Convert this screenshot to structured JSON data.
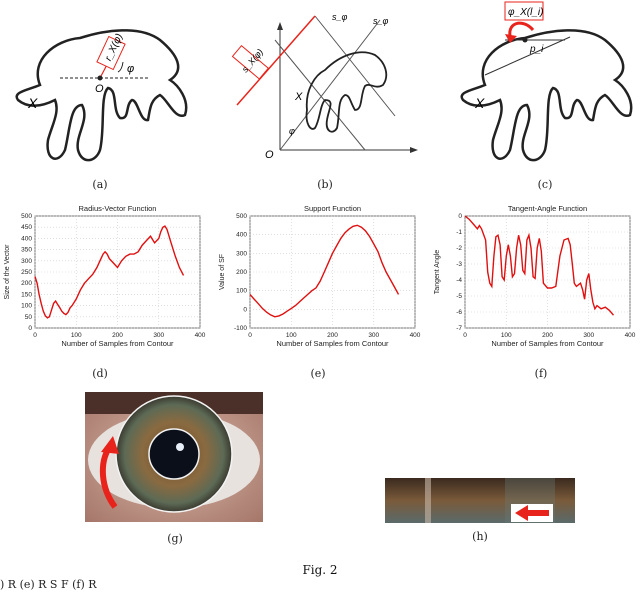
{
  "panels": {
    "a": {
      "caption": "(a)",
      "label_rx": "r_X(φ)",
      "label_phi": "φ",
      "label_O": "O",
      "label_X": "X"
    },
    "b": {
      "caption": "(b)",
      "label_sx": "s_X(φ)",
      "label_se_top": "s_φ",
      "label_se": "s_φ",
      "label_X": "X",
      "label_O": "O",
      "label_phi": "φ"
    },
    "c": {
      "caption": "(c)",
      "label_phi_box": "φ_X(l_i)",
      "label_p": "p_i",
      "label_X": "X"
    },
    "d": {
      "caption": "(d)"
    },
    "e": {
      "caption": "(e)"
    },
    "f": {
      "caption": "(f)"
    },
    "g": {
      "caption": "(g)"
    },
    "h": {
      "caption": "(h)"
    }
  },
  "figure_caption": "Fig. 2",
  "truncated_text": ") R                                                        (e) R                    S          F             (f) R",
  "colors": {
    "red": "#e8231b",
    "curve": "#e01010",
    "axis": "#333333"
  },
  "chart_data": [
    {
      "type": "line",
      "title": "Radius-Vector Function",
      "xlabel": "Number of Samples from Contour",
      "ylabel": "Size of the Vector",
      "xlim": [
        0,
        400
      ],
      "ylim": [
        0,
        500
      ],
      "xticks": [
        0,
        100,
        200,
        300,
        400
      ],
      "yticks": [
        0,
        50,
        100,
        150,
        200,
        250,
        300,
        350,
        400,
        450,
        500
      ],
      "grid": true,
      "series": [
        {
          "x": [
            0,
            5,
            10,
            15,
            20,
            25,
            30,
            35,
            40,
            45,
            50,
            55,
            60,
            65,
            70,
            75,
            80,
            85,
            90,
            95,
            100,
            110,
            120,
            130,
            140,
            150,
            160,
            165,
            170,
            175,
            180,
            190,
            200,
            210,
            220,
            230,
            240,
            250,
            260,
            270,
            280,
            290,
            300,
            305,
            310,
            315,
            320,
            330,
            340,
            350,
            360
          ],
          "y": [
            230,
            200,
            150,
            110,
            75,
            55,
            45,
            50,
            80,
            110,
            120,
            105,
            90,
            75,
            65,
            60,
            70,
            90,
            100,
            115,
            130,
            170,
            200,
            220,
            240,
            270,
            310,
            330,
            340,
            330,
            310,
            290,
            270,
            300,
            320,
            330,
            330,
            340,
            370,
            390,
            410,
            380,
            400,
            430,
            450,
            455,
            440,
            380,
            320,
            270,
            235
          ]
        }
      ]
    },
    {
      "type": "line",
      "title": "Support Function",
      "xlabel": "Number of Samples from Contour",
      "ylabel": "Value of SF",
      "xlim": [
        0,
        400
      ],
      "ylim": [
        -100,
        500
      ],
      "xticks": [
        0,
        100,
        200,
        300,
        400
      ],
      "yticks": [
        -100,
        0,
        100,
        200,
        300,
        400,
        500
      ],
      "grid": true,
      "series": [
        {
          "x": [
            0,
            10,
            20,
            30,
            40,
            50,
            60,
            70,
            80,
            90,
            100,
            110,
            120,
            130,
            140,
            150,
            160,
            170,
            180,
            190,
            200,
            210,
            220,
            230,
            240,
            250,
            260,
            270,
            280,
            290,
            300,
            310,
            320,
            330,
            340,
            350,
            360
          ],
          "y": [
            80,
            55,
            30,
            5,
            -15,
            -30,
            -40,
            -35,
            -25,
            -10,
            5,
            20,
            40,
            60,
            80,
            100,
            115,
            150,
            200,
            250,
            300,
            340,
            380,
            410,
            430,
            445,
            450,
            440,
            420,
            390,
            350,
            310,
            250,
            200,
            160,
            120,
            80
          ]
        }
      ]
    },
    {
      "type": "line",
      "title": "Tangent-Angle Function",
      "xlabel": "Number of Samples from Contour",
      "ylabel": "Tangent Angle",
      "xlim": [
        0,
        400
      ],
      "ylim": [
        -7,
        0
      ],
      "xticks": [
        0,
        100,
        200,
        300,
        400
      ],
      "yticks": [
        -7,
        -6,
        -5,
        -4,
        -3,
        -2,
        -1,
        0
      ],
      "grid": true,
      "series": [
        {
          "x": [
            0,
            10,
            20,
            30,
            35,
            40,
            50,
            55,
            60,
            65,
            70,
            75,
            80,
            85,
            90,
            95,
            100,
            105,
            110,
            115,
            120,
            125,
            130,
            135,
            140,
            145,
            150,
            155,
            160,
            165,
            170,
            175,
            180,
            185,
            190,
            200,
            210,
            220,
            230,
            240,
            250,
            255,
            260,
            265,
            270,
            275,
            280,
            285,
            290,
            295,
            300,
            305,
            310,
            315,
            320,
            330,
            340,
            350,
            360
          ],
          "y": [
            0,
            -0.2,
            -0.5,
            -0.8,
            -0.6,
            -0.8,
            -1.5,
            -3.5,
            -4.2,
            -4.4,
            -2.5,
            -1.3,
            -1.2,
            -1.8,
            -3.8,
            -4.0,
            -2.5,
            -1.8,
            -2.5,
            -3.8,
            -3.6,
            -2.0,
            -1.2,
            -1.8,
            -3.4,
            -3.6,
            -1.5,
            -1.2,
            -2.0,
            -3.8,
            -3.9,
            -2.0,
            -1.4,
            -2.2,
            -4.2,
            -4.5,
            -4.5,
            -4.4,
            -2.5,
            -1.5,
            -1.4,
            -1.8,
            -3.0,
            -4.2,
            -4.4,
            -4.3,
            -4.2,
            -4.6,
            -5.2,
            -4.0,
            -3.6,
            -4.6,
            -5.4,
            -5.8,
            -5.6,
            -5.8,
            -5.7,
            -5.9,
            -6.2
          ]
        }
      ]
    }
  ]
}
